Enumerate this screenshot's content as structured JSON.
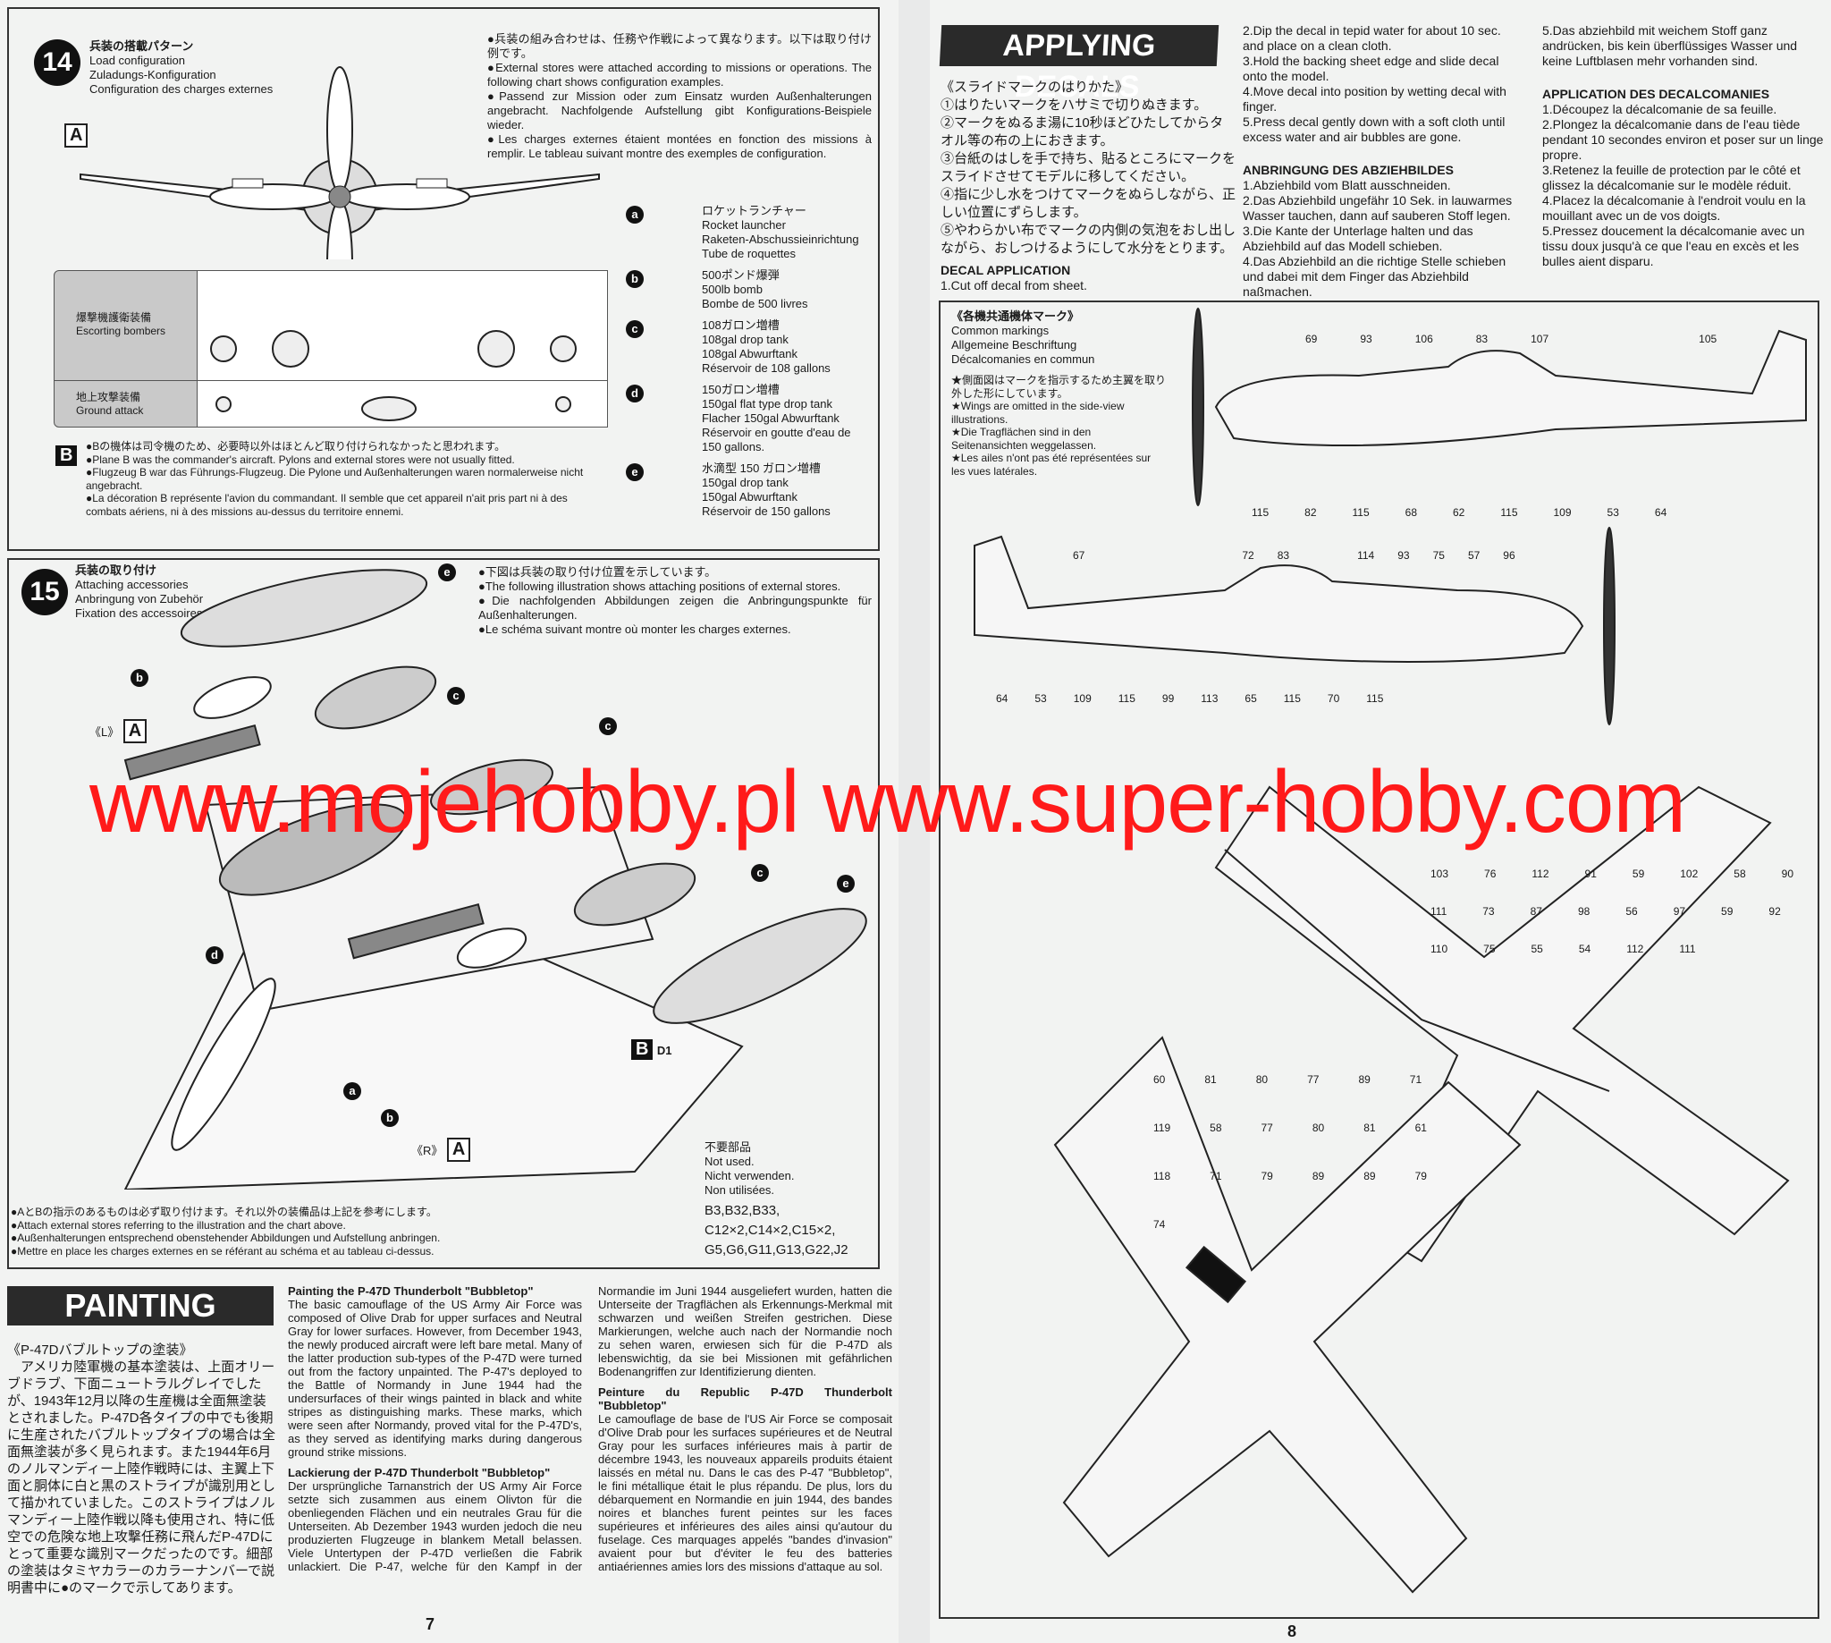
{
  "step14": {
    "number": "14",
    "title_jp": "兵装の搭載パターン",
    "title_en": "Load configuration",
    "title_de": "Zuladungs-Konfiguration",
    "title_fr": "Configuration des charges externes",
    "view_label": "A",
    "note_jp": "●兵装の組み合わせは、任務や作戦によって異なります。以下は取り付け例です。",
    "note_en": "●External stores were attached according to missions or operations. The following chart shows configuration examples.",
    "note_de": "●Passend zur Mission oder zum Einsatz wurden Außenhalterungen angebracht. Nachfolgende Aufstellung gibt Konfigurations-Beispiele wieder.",
    "note_fr": "●Les charges externes étaient montées en fonction des missions à remplir. Le tableau suivant montre des exemples de configuration.",
    "rows": [
      {
        "jp": "爆撃機護衛装備",
        "en": "Escorting bombers"
      },
      {
        "jp": "地上攻撃装備",
        "en": "Ground attack"
      }
    ],
    "legend": [
      {
        "key": "a",
        "jp": "ロケットランチャー",
        "en": "Rocket launcher",
        "de": "Raketen-Abschussieinrichtung",
        "fr": "Tube de roquettes"
      },
      {
        "key": "b",
        "jp": "500ポンド爆弾",
        "en": "500lb bomb",
        "de": "",
        "fr": "Bombe de 500 livres"
      },
      {
        "key": "c",
        "jp": "108ガロン増槽",
        "en": "108gal drop tank",
        "de": "108gal Abwurftank",
        "fr": "Réservoir de 108 gallons"
      },
      {
        "key": "d",
        "jp": "150ガロン増槽",
        "en": "150gal flat type drop tank",
        "de": "Flacher 150gal Abwurftank",
        "fr": "Réservoir en goutte d'eau de 150 gallons."
      },
      {
        "key": "e",
        "jp": "水滴型 150 ガロン増槽",
        "en": "150gal drop tank",
        "de": "150gal Abwurftank",
        "fr": "Réservoir de 150 gallons"
      }
    ],
    "plane_b_label": "B",
    "plane_b_jp": "●Bの機体は司令機のため、必要時以外はほとんど取り付けられなかったと思われます。",
    "plane_b_en": "●Plane B was the commander's aircraft. Pylons and external stores were not usually fitted.",
    "plane_b_de": "●Flugzeug B war das Führungs-Flugzeug. Die Pylone und Außenhalterungen waren normalerweise nicht angebracht.",
    "plane_b_fr": "●La décoration B représente l'avion du commandant. Il semble que cet appareil n'ait pris part ni à des combats aériens, ni à des missions au-dessus du territoire ennemi."
  },
  "step15": {
    "number": "15",
    "title_jp": "兵装の取り付け",
    "title_en": "Attaching accessories",
    "title_de": "Anbringung von Zubehör",
    "title_fr": "Fixation des accessoires",
    "note_jp": "●下図は兵装の取り付け位置を示しています。",
    "note_en": "●The following illustration shows attaching positions of external stores.",
    "note_de": "●Die nachfolgenden Abbildungen zeigen die Anbringungspunkte für Außenhalterungen.",
    "note_fr": "●Le schéma suivant montre où monter les charges externes.",
    "label_l": "《L》",
    "label_r": "《R》",
    "label_a": "A",
    "label_b": "B",
    "label_d1": "D1",
    "callouts": [
      "a",
      "b",
      "c",
      "d",
      "e"
    ],
    "unused_jp": "不要部品",
    "unused_en": "Not used.",
    "unused_de": "Nicht verwenden.",
    "unused_fr": "Non utilisées.",
    "unused_parts": [
      "B3,B32,B33,",
      "C12×2,C14×2,C15×2,",
      "G5,G6,G11,G13,G22,J2"
    ],
    "foot_jp": "●AとBの指示のあるものは必ず取り付けます。それ以外の装備品は上記を参考にします。",
    "foot_en": "●Attach external stores referring to the illustration and the chart above.",
    "foot_de": "●Außenhalterungen entsprechend obenstehender Abbildungen und Aufstellung anbringen.",
    "foot_fr": "●Mettre en place les charges externes en se référant au schéma et au tableau ci-dessus."
  },
  "painting": {
    "title": "PAINTING",
    "jp_title": "《P-47Dバブルトップの塗装》",
    "jp_body": "　アメリカ陸軍機の基本塗装は、上面オリーブドラブ、下面ニュートラルグレイでしたが、1943年12月以降の生産機は全面無塗装とされました。P-47D各タイプの中でも後期に生産されたバブルトップタイプの場合は全面無塗装が多く見られます。また1944年6月のノルマンディー上陸作戦時には、主翼上下面と胴体に白と黒のストライプが識別用として描かれていました。このストライプはノルマンディー上陸作戦以降も使用され、特に低空での危険な地上攻撃任務に飛んだP-47Dにとって重要な識別マークだったのです。細部の塗装はタミヤカラーのカラーナンバーで説明書中に●のマークで示してあります。",
    "en_title": "Painting the P-47D Thunderbolt \"Bubbletop\"",
    "en_body": "The basic camouflage of the US Army Air Force was composed of Olive Drab for upper surfaces and Neutral Gray for lower surfaces. However, from December 1943, the newly produced aircraft were left bare metal. Many of the latter production sub-types of the P-47D were turned out from the factory unpainted. The P-47's deployed to the Battle of Normandy in June 1944 had the undersurfaces of their wings painted in black and white stripes as distinguishing marks. These marks, which were seen after Normandy, proved vital for the P-47D's, as they served as identifying marks during dangerous ground strike missions.",
    "de_title": "Lackierung der P-47D Thunderbolt \"Bubbletop\"",
    "de_body": "Der ursprüngliche Tarnanstrich der US Army Air Force setzte sich zusammen aus einem Olivton für die obenliegenden Flächen und ein neutrales Grau für die Unterseiten. Ab Dezember 1943 wurden jedoch die neu produzierten Flugzeuge in blankem Metall belassen. Viele Untertypen der P-47D verließen die Fabrik unlackiert. Die P-47, welche für den Kampf in der Normandie im Juni 1944 ausgeliefert wurden, hatten die Unterseite der Tragflächen als Erkennungs-Merkmal mit schwarzen und weißen Streifen gestrichen. Diese Markierungen, welche auch nach der Normandie noch zu sehen waren, erwiesen sich für die P-47D als lebenswichtig, da sie bei Missionen mit gefährlichen Bodenangriffen zur Identifizierung dienten.",
    "fr_title": "Peinture du Republic P-47D Thunderbolt \"Bubbletop\"",
    "fr_body": "Le camouflage de base de l'US Air Force se composait d'Olive Drab pour les surfaces supérieures et de Neutral Gray pour les surfaces inférieures mais à partir de décembre 1943, les nouveaux appareils produits étaient laissés en métal nu. Dans le cas des P-47 \"Bubbletop\", le fini métallique était le plus répandu. De plus, lors du débarquement en Normandie en juin 1944, des bandes noires et blanches furent peintes sur les faces supérieures et inférieures des ailes ainsi qu'autour du fuselage. Ces marquages appelés \"bandes d'invasion\" avaient pour but d'éviter le feu des batteries antiaériennes amies lors des missions d'attaque au sol."
  },
  "decals": {
    "title": "APPLYING DECALS",
    "jp_title": "《スライドマークのはりかた》",
    "jp_steps": [
      "①はりたいマークをハサミで切りぬきます。",
      "②マークをぬるま湯に10秒ほどひたしてからタオル等の布の上におきます。",
      "③台紙のはしを手で持ち、貼るところにマークをスライドさせてモデルに移してください。",
      "④指に少し水をつけてマークをぬらしながら、正しい位置にずらします。",
      "⑤やわらかい布でマークの内側の気泡をおし出しながら、おしつけるようにして水分をとります。"
    ],
    "en_title": "DECAL APPLICATION",
    "en_steps": [
      "1.Cut off decal from sheet.",
      "2.Dip the decal in tepid water for about 10 sec. and place on a clean cloth.",
      "3.Hold the backing sheet edge and slide decal onto the model.",
      "4.Move decal into position by wetting decal with finger.",
      "5.Press decal gently down with a soft cloth until excess water and air bubbles are gone."
    ],
    "de_title": "ANBRINGUNG DES ABZIEHBILDES",
    "de_steps": [
      "1.Abziehbild vom Blatt ausschneiden.",
      "2.Das Abziehbild ungefähr 10 Sek. in lauwarmes Wasser tauchen, dann auf sauberen Stoff legen.",
      "3.Die Kante der Unterlage halten und das Abziehbild auf das Modell schieben.",
      "4.Das Abziehbild an die richtige Stelle schieben und dabei mit dem Finger das Abziehbild naßmachen.",
      "5.Das abziehbild mit weichem Stoff ganz andrücken, bis kein überflüssiges Wasser und keine Luftblasen mehr vorhanden sind."
    ],
    "fr_title": "APPLICATION DES DECALCOMANIES",
    "fr_steps": [
      "1.Découpez la décalcomanie de sa feuille.",
      "2.Plongez la décalcomanie dans de l'eau tiède pendant 10 secondes environ et poser sur un linge propre.",
      "3.Retenez la feuille de protection par le côté et glissez la décalcomanie sur le modèle réduit.",
      "4.Placez la décalcomanie à l'endroit voulu en la mouillant avec un de vos doigts.",
      "5.Pressez doucement la décalcomanie avec un tissu doux jusqu'à ce que l'eau en excès et les bulles aient disparu."
    ]
  },
  "common": {
    "title_jp": "《各機共通機体マーク》",
    "title_en": "Common markings",
    "title_de": "Allgemeine Beschriftung",
    "title_fr": "Décalcomanies en commun",
    "note_jp": "★側面図はマークを指示するため主翼を取り外した形にしています。",
    "note_en": "★Wings are omitted in the side-view illustrations.",
    "note_de": "★Die Tragflächen sind in den Seitenansichten weggelassen.",
    "note_fr": "★Les ailes n'ont pas été représentées sur les vues latérales.",
    "side1_top": [
      "69",
      "93",
      "106",
      "83",
      "107",
      "105"
    ],
    "side1_bottom": [
      "115",
      "82",
      "115",
      "68",
      "62",
      "115",
      "109",
      "53",
      "64"
    ],
    "side2_top": [
      "67",
      "72",
      "83",
      "114",
      "93",
      "75",
      "57",
      "96"
    ],
    "side2_bottom": [
      "64",
      "53",
      "109",
      "115",
      "99",
      "113",
      "65",
      "115",
      "70",
      "115"
    ],
    "top_view": [
      "103",
      "76",
      "112",
      "91",
      "59",
      "102",
      "58",
      "90",
      "111",
      "73",
      "87",
      "98",
      "56",
      "97",
      "59",
      "92",
      "110",
      "75",
      "55",
      "54",
      "112",
      "111"
    ],
    "bottom_view": [
      "60",
      "81",
      "80",
      "77",
      "89",
      "71",
      "119",
      "58",
      "77",
      "80",
      "81",
      "61",
      "118",
      "71",
      "79",
      "89",
      "89",
      "79",
      "74"
    ]
  },
  "page_numbers": {
    "left": "7",
    "right": "8"
  },
  "watermark": "www.mojehobby.pl www.super-hobby.com",
  "colors": {
    "watermark": "#ff1a1a",
    "banner": "#2a2a2a",
    "paper": "#f2f3f2"
  }
}
